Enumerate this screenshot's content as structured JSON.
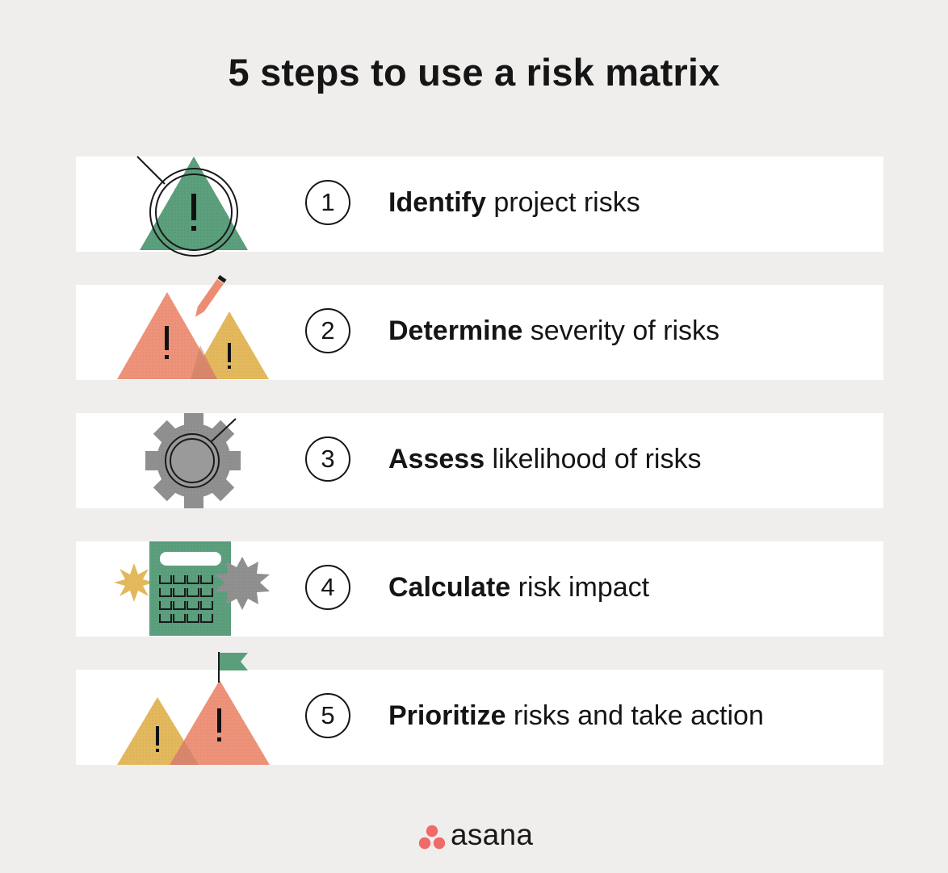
{
  "page": {
    "title": "5 steps to use a risk matrix"
  },
  "steps": [
    {
      "number": "1",
      "bold": "Identify",
      "rest": " project risks",
      "icon": "magnifier-warning-triangle-icon"
    },
    {
      "number": "2",
      "bold": "Determine",
      "rest": " severity of risks",
      "icon": "pencil-warning-triangles-icon"
    },
    {
      "number": "3",
      "bold": "Assess",
      "rest": " likelihood of risks",
      "icon": "gear-magnifier-icon"
    },
    {
      "number": "4",
      "bold": "Calculate",
      "rest": " risk impact",
      "icon": "calculator-icon"
    },
    {
      "number": "5",
      "bold": "Prioritize",
      "rest": " risks and take action",
      "icon": "flag-warning-triangles-icon"
    }
  ],
  "brand": {
    "name": "asana",
    "dot_color": "#f06a6a"
  },
  "colors": {
    "background": "#f0eeed",
    "card": "#ffffff",
    "green": "#5a9e7c",
    "coral": "#ec8c72",
    "mustard": "#e3b85c",
    "gray": "#8f8f8f"
  }
}
